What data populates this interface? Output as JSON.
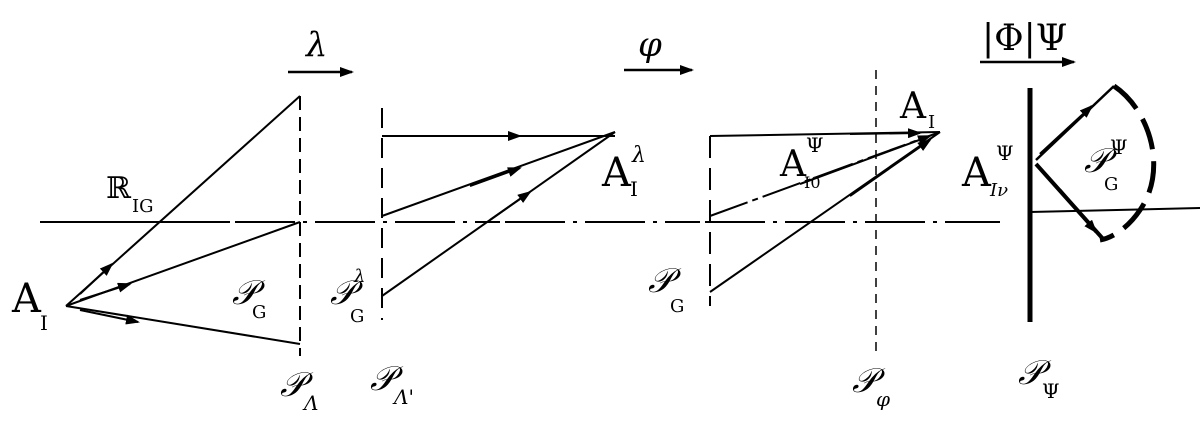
{
  "colors": {
    "ink": "#000000",
    "background": "#ffffff"
  },
  "headers": {
    "lambda": "λ",
    "phi": "φ",
    "phi_psi": "|Φ|Ψ"
  },
  "labels": {
    "A_I": "A",
    "A_I_sub": "I",
    "R_IG": "ℝ",
    "R_IG_sub": "IG",
    "P_G_1": "𝒫",
    "P_G_1_sub": "G",
    "P_G_lambda": "𝒫",
    "P_G_lambda_sup": "λ",
    "P_G_lambda_sub": "G",
    "A_I_lambda": "A",
    "A_I_lambda_sup": "λ",
    "A_I_lambda_sub": "I",
    "A_I0_psi": "A",
    "A_I0_psi_sup": "Ψ",
    "A_I0_psi_sub": "I0",
    "A_I_right": "A",
    "A_I_right_sub": "I",
    "P_G_2": "𝒫",
    "P_G_2_sub": "G",
    "A_Inu_psi": "A",
    "A_Inu_psi_sup": "Ψ",
    "A_Inu_psi_sub": "Iν",
    "P_G_psi": "𝒫",
    "P_G_psi_sup": "Ψ",
    "P_G_psi_sub": "G",
    "P_Lambda": "𝒫",
    "P_Lambda_sub": "Λ",
    "P_Lambda_prime": "𝒫",
    "P_Lambda_prime_sub": "Λ'",
    "P_phi": "𝒫",
    "P_phi_sub": "φ",
    "P_psi": "𝒫",
    "P_psi_sub": "Ψ"
  }
}
